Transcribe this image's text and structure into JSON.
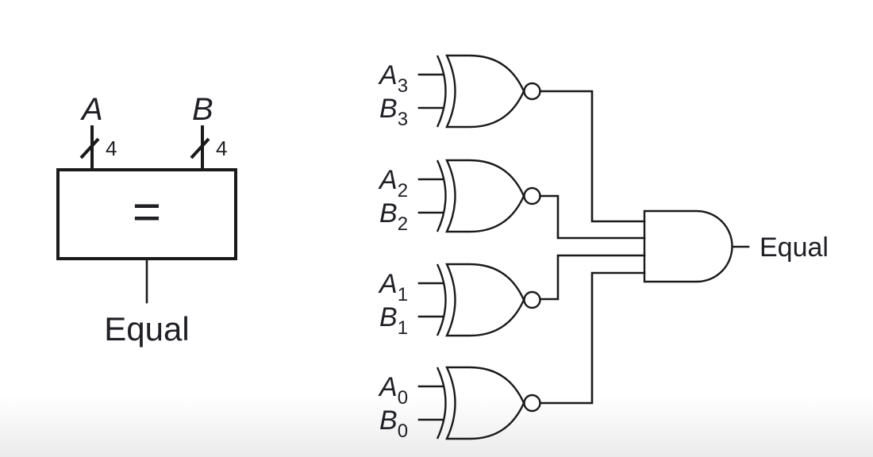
{
  "symbol_diagram": {
    "input_a_label": "A",
    "input_b_label": "B",
    "bus_width_a": "4",
    "bus_width_b": "4",
    "operator": "=",
    "output_label": "Equal"
  },
  "gate_diagram": {
    "xnor_gates": [
      {
        "a_label": "A",
        "a_sub": "3",
        "b_label": "B",
        "b_sub": "3"
      },
      {
        "a_label": "A",
        "a_sub": "2",
        "b_label": "B",
        "b_sub": "2"
      },
      {
        "a_label": "A",
        "a_sub": "1",
        "b_label": "B",
        "b_sub": "1"
      },
      {
        "a_label": "A",
        "a_sub": "0",
        "b_label": "B",
        "b_sub": "0"
      }
    ],
    "and_gate_inputs": 4,
    "output_label": "Equal"
  }
}
